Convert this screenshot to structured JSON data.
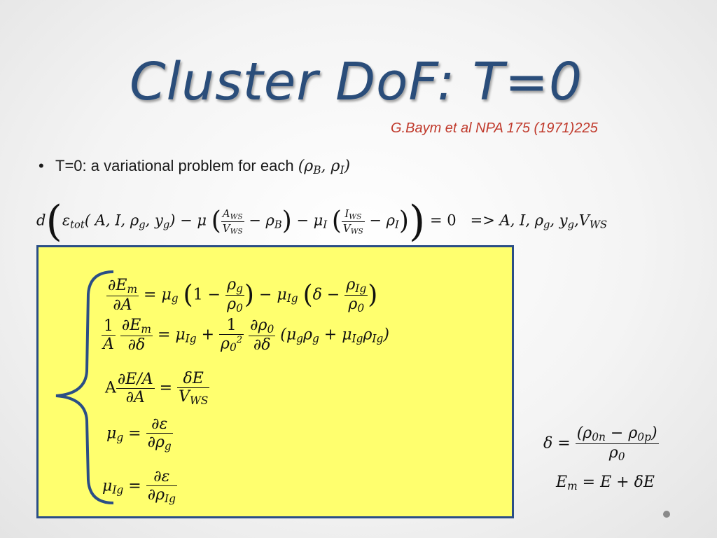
{
  "title": "Cluster DoF: T=0",
  "citation": "G.Baym et al NPA 175 (1971)225",
  "bullet": {
    "text": "T=0: a variational problem for each ",
    "math": "(ρB, ρI)"
  },
  "main_equation": "d( εtot(A, I, ρg, yg) − μ( AWS/VWS − ρB ) − μI( IWS/VWS − ρI ) ) = 0   => A, I, ρg, yg, VWS",
  "system_equations": [
    "∂Em/∂A = μg (1 − ρg/ρ0) − μIg (δ − ρIg/ρ0)",
    "(1/A) ∂Em/∂δ = μIg + (1/ρ0²) ∂ρ0/∂δ (μg ρg + μIg ρIg)",
    "A ∂(E/A)/∂A = δE/VWS",
    "μg = ∂ε/∂ρg",
    "μIg = ∂ε/∂ρIg"
  ],
  "side_equations": [
    "δ = (ρ0n − ρ0p)/ρ0",
    "Em = E + δE"
  ],
  "colors": {
    "title": "#2a4d7a",
    "citation": "#c0392b",
    "box_fill": "#ffff6e",
    "box_border": "#2b4e86"
  }
}
